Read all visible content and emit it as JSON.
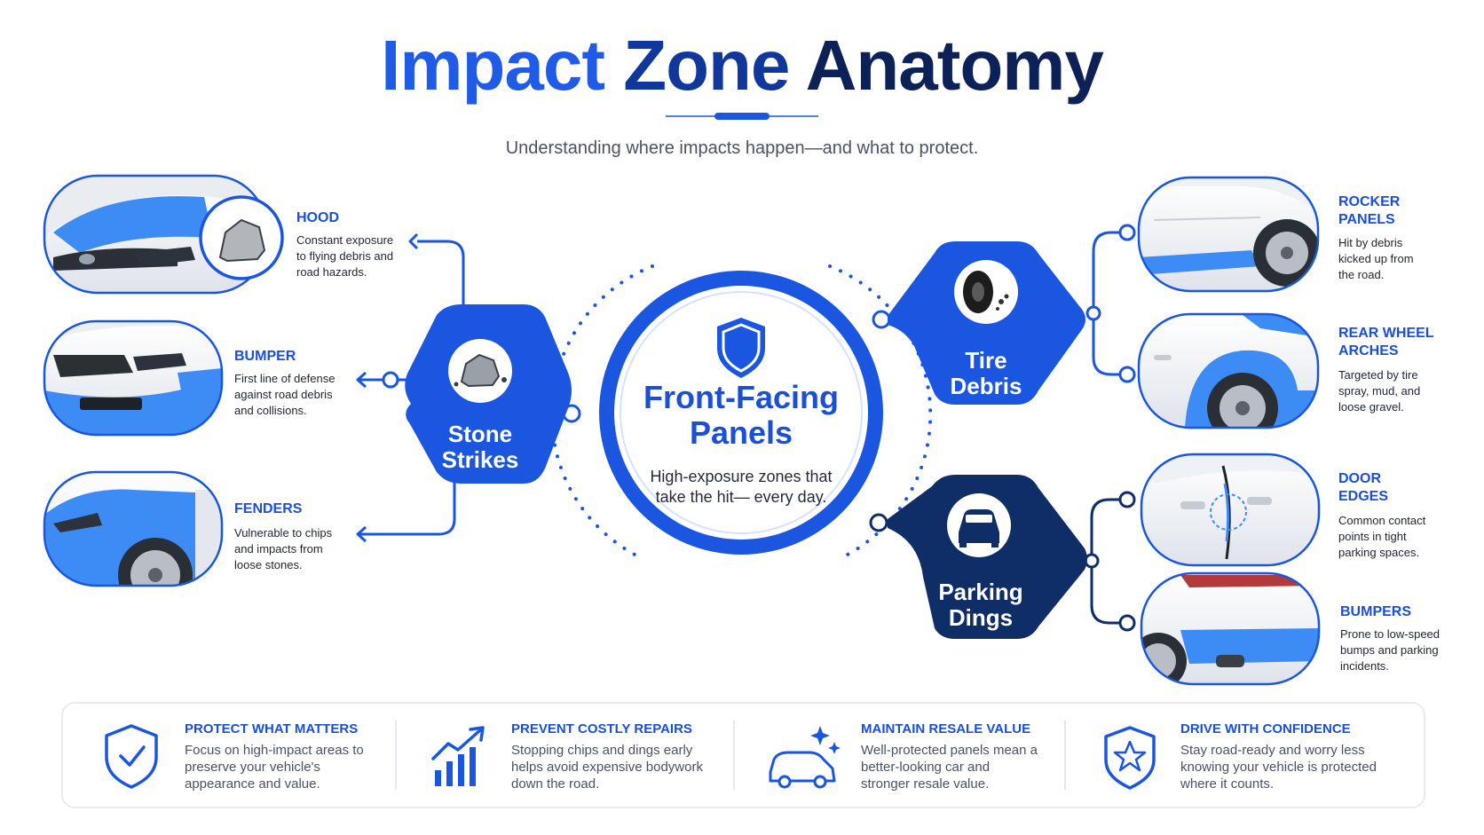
{
  "header": {
    "title_part1": "Impact",
    "title_part2": "Zone",
    "title_part3": "Anatomy",
    "subtitle": "Understanding where impacts happen—and what to protect."
  },
  "center": {
    "title": "Front-Facing Panels",
    "description": "High-exposure zones that take the hit— every day.",
    "icon": "shield-icon"
  },
  "hubs": [
    {
      "label": "Stone Strikes",
      "icon": "rock-icon",
      "color": "#1a56e0"
    },
    {
      "label": "Tire Debris",
      "icon": "tire-icon",
      "color": "#1a56e0"
    },
    {
      "label": "Parking Dings",
      "icon": "car-front-icon",
      "color": "#0f2d66"
    }
  ],
  "zones_left": [
    {
      "title": "HOOD",
      "description": "Constant exposure to flying debris and road hazards."
    },
    {
      "title": "BUMPER",
      "description": "First line of defense against road debris and collisions."
    },
    {
      "title": "FENDERS",
      "description": "Vulnerable to chips and impacts from loose stones."
    }
  ],
  "zones_right": [
    {
      "title": "ROCKER PANELS",
      "description": "Hit by debris kicked up from the road."
    },
    {
      "title": "REAR WHEEL ARCHES",
      "description": "Targeted by tire spray, mud, and loose gravel."
    },
    {
      "title": "DOOR EDGES",
      "description": "Common contact points in tight parking spaces."
    },
    {
      "title": "BUMPERS",
      "description": "Prone to low-speed bumps and parking incidents."
    }
  ],
  "benefits": [
    {
      "title": "PROTECT WHAT MATTERS",
      "description": "Focus on high-impact areas to preserve your vehicle's appearance and value.",
      "icon": "shield-check-icon"
    },
    {
      "title": "PREVENT COSTLY REPAIRS",
      "description": "Stopping chips and dings early helps avoid expensive bodywork down the road.",
      "icon": "growth-chart-icon"
    },
    {
      "title": "MAINTAIN RESALE VALUE",
      "description": "Well-protected panels mean a better-looking car and stronger resale value.",
      "icon": "sparkle-car-icon"
    },
    {
      "title": "DRIVE WITH CONFIDENCE",
      "description": "Stay road-ready and worry less knowing your vehicle is protected where it counts.",
      "icon": "star-badge-icon"
    }
  ],
  "colors": {
    "primary": "#1a56e0",
    "navy": "#0f2d66",
    "highlight": "#3d8bf5",
    "text": "#1f2430"
  }
}
